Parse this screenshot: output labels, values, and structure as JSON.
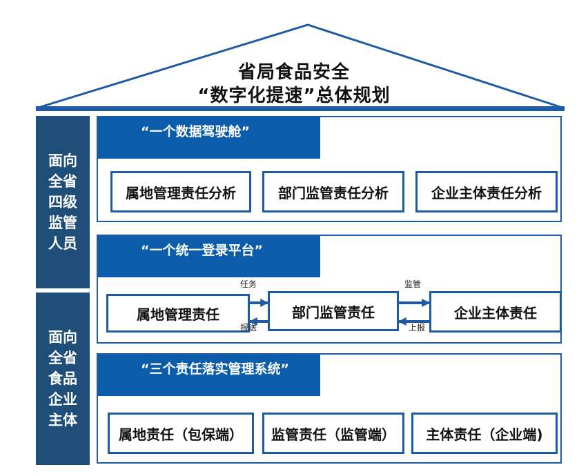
{
  "roof": {
    "title_line1": "省局食品安全",
    "title_line2": "“数字化提速”总体规划"
  },
  "sidebar": {
    "top_label": "面向\n全省\n四级\n监管\n人员",
    "bottom_label": "面向\n全省\n食品\n企业\n主体"
  },
  "sections": [
    {
      "title": "“一个数据驾驶舱”",
      "items": [
        "属地管理责任分析",
        "部门监管责任分析",
        "企业主体责任分析"
      ]
    },
    {
      "title": "“一个统一登录平台”",
      "items": [
        "属地管理责任",
        "部门监管责任",
        "企业主体责任"
      ],
      "arrows": {
        "task": "任务",
        "report_back": "报送",
        "supervise": "监管",
        "report_up": "上报"
      }
    },
    {
      "title": "“三个责任落实管理系统”",
      "items": [
        "属地责任（包保端）",
        "监管责任（监管端）",
        "主体责任（企业端)"
      ]
    }
  ],
  "colors": {
    "navy": "#1f4e79",
    "header_blue": "#0b5cab",
    "border_blue": "#1f5aa6"
  }
}
